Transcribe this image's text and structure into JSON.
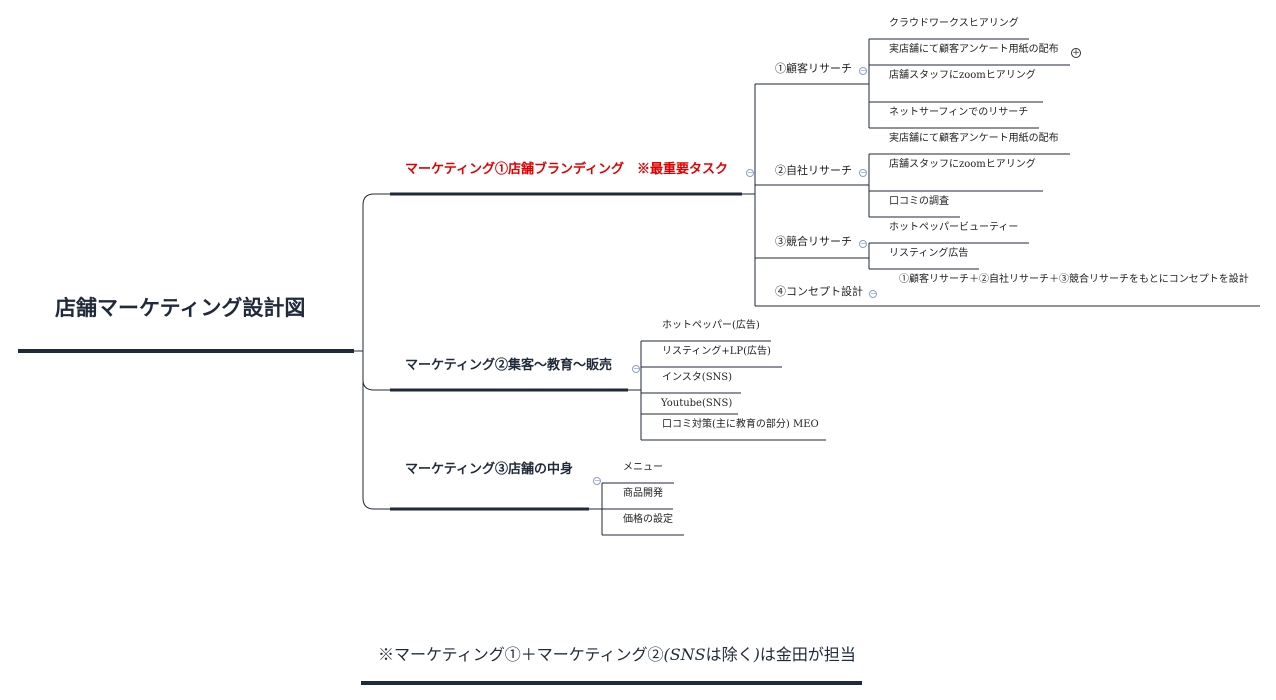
{
  "root": {
    "title": "店舗マーケティング設計図"
  },
  "branches": [
    {
      "label": "マーケティング①店舗ブランディング　※最重要タスク",
      "color": "#e00000",
      "children": [
        {
          "label": "①顧客リサーチ",
          "children": [
            "クラウドワークスヒアリング",
            "実店舗にて顧客アンケート用紙の配布",
            "店舗スタッフにzoomヒアリング",
            "ネットサーフィンでのリサーチ"
          ]
        },
        {
          "label": "②自社リサーチ",
          "children": [
            "実店舗にて顧客アンケート用紙の配布",
            "店舗スタッフにzoomヒアリング",
            "口コミの調査"
          ]
        },
        {
          "label": "③競合リサーチ",
          "children": [
            "ホットペッパービューティー",
            "リスティング広告"
          ]
        },
        {
          "label": "④コンセプト設計",
          "children": [
            "①顧客リサーチ＋②自社リサーチ＋③競合リサーチをもとにコンセプトを設計"
          ]
        }
      ]
    },
    {
      "label": "マーケティング②集客〜教育〜販売",
      "children": [
        "ホットペッパー(広告)",
        "リスティング+LP(広告)",
        "インスタ(SNS)",
        "Youtube(SNS)",
        "口コミ対策(主に教育の部分) MEO"
      ]
    },
    {
      "label": "マーケティング③店舗の中身",
      "children": [
        "メニュー",
        "商品開発",
        "価格の設定"
      ]
    }
  ],
  "note": {
    "prefix": "※マーケティング①＋マーケティング②",
    "italic": "(SNS",
    "mid": "は除く",
    "italic_end": ")",
    "suffix": "は金田が担当"
  },
  "icons": {
    "collapse": "collapse-icon",
    "expand": "expand-icon"
  }
}
